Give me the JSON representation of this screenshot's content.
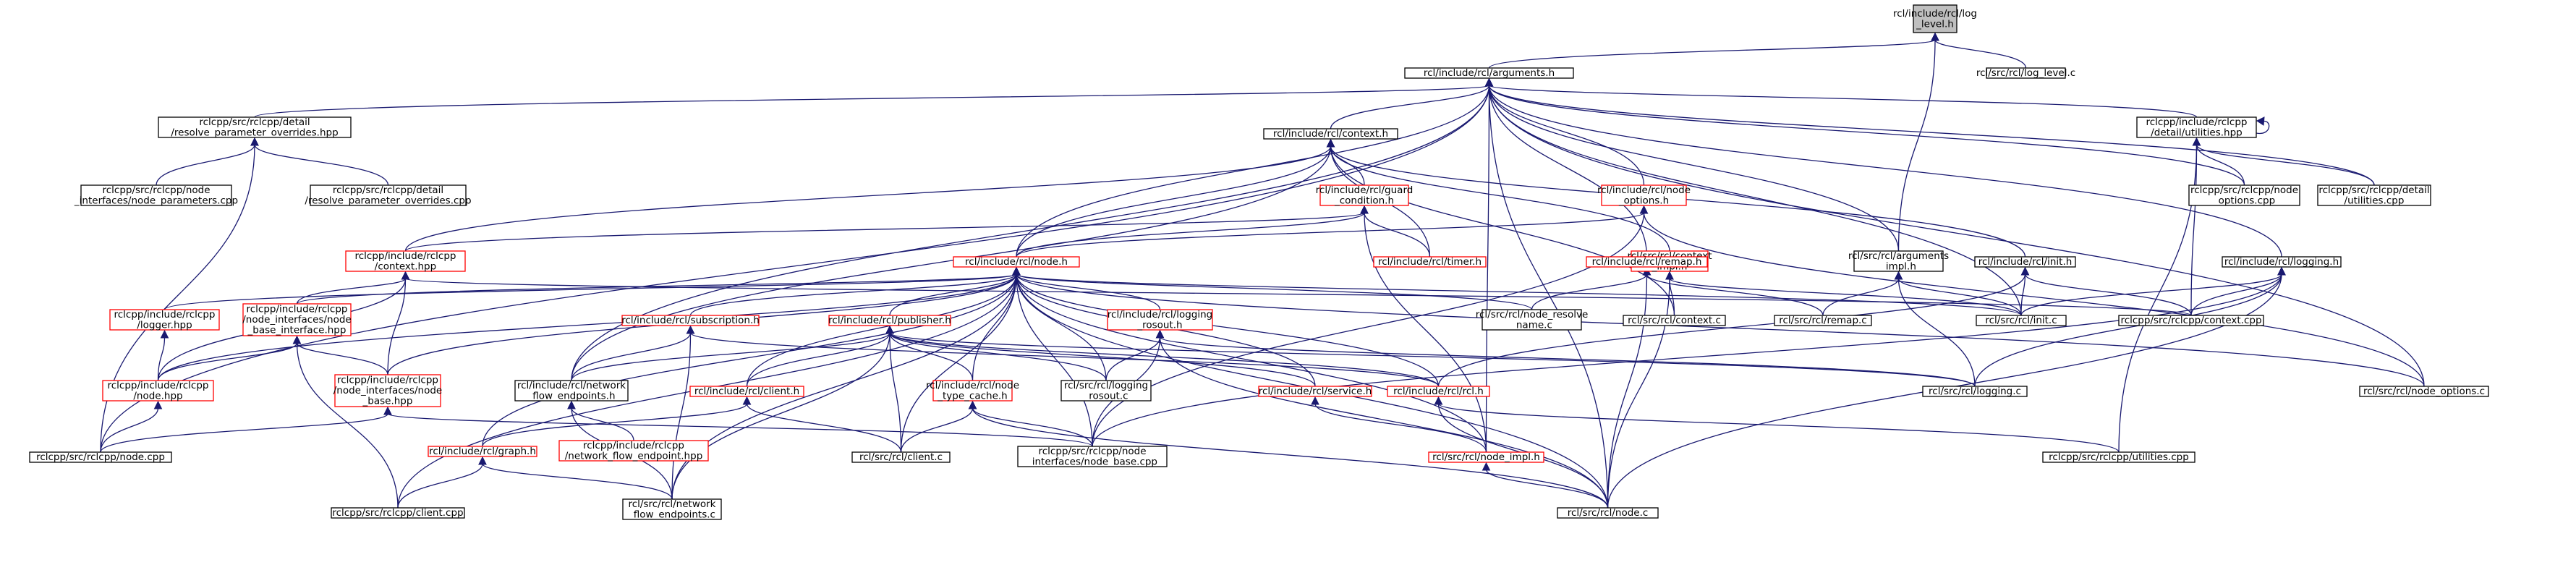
{
  "colors": {
    "edge": "#191970",
    "border_complete": "#000000",
    "border_truncated": "#ff0000",
    "root_fill": "#bfbfbf",
    "node_fill": "#ffffff"
  },
  "nodes": [
    {
      "id": "root",
      "lines": [
        "rcl/include/rcl/log",
        "_level.h"
      ],
      "kind": "root"
    },
    {
      "id": "args",
      "lines": [
        "rcl/include/rcl/arguments.h"
      ],
      "kind": "complete"
    },
    {
      "id": "loglevelc",
      "lines": [
        "rcl/src/rcl/log_level.c"
      ],
      "kind": "complete"
    },
    {
      "id": "resolveh",
      "lines": [
        "rclcpp/src/rclcpp/detail",
        "/resolve_parameter_overrides.hpp"
      ],
      "kind": "complete"
    },
    {
      "id": "context_h",
      "lines": [
        "rcl/include/rcl/context.h"
      ],
      "kind": "complete"
    },
    {
      "id": "utilhpp",
      "lines": [
        "rclcpp/include/rclcpp",
        "/detail/utilities.hpp"
      ],
      "kind": "complete"
    },
    {
      "id": "nodeparams",
      "lines": [
        "rclcpp/src/rclcpp/node",
        "_interfaces/node_parameters.cpp"
      ],
      "kind": "complete"
    },
    {
      "id": "resolvecpp",
      "lines": [
        "rclcpp/src/rclcpp/detail",
        "/resolve_parameter_overrides.cpp"
      ],
      "kind": "complete"
    },
    {
      "id": "guard",
      "lines": [
        "rcl/include/rcl/guard",
        "_condition.h"
      ],
      "kind": "truncated"
    },
    {
      "id": "nodeopt_h",
      "lines": [
        "rcl/include/rcl/node",
        "_options.h"
      ],
      "kind": "truncated"
    },
    {
      "id": "nodeoptcpp",
      "lines": [
        "rclcpp/src/rclcpp/node",
        "_options.cpp"
      ],
      "kind": "complete"
    },
    {
      "id": "detailutilcpp",
      "lines": [
        "rclcpp/src/rclcpp/detail",
        "/utilities.cpp"
      ],
      "kind": "complete"
    },
    {
      "id": "ctxhpp",
      "lines": [
        "rclcpp/include/rclcpp",
        "/context.hpp"
      ],
      "kind": "truncated"
    },
    {
      "id": "timer",
      "lines": [
        "rcl/include/rcl/timer.h"
      ],
      "kind": "truncated"
    },
    {
      "id": "ctximpl",
      "lines": [
        "rcl/src/rcl/context",
        "_impl.h"
      ],
      "kind": "truncated"
    },
    {
      "id": "remaph",
      "lines": [
        "rcl/include/rcl/remap.h"
      ],
      "kind": "truncated"
    },
    {
      "id": "argsimpl",
      "lines": [
        "rcl/src/rcl/arguments",
        "_impl.h"
      ],
      "kind": "complete"
    },
    {
      "id": "inith",
      "lines": [
        "rcl/include/rcl/init.h"
      ],
      "kind": "complete"
    },
    {
      "id": "loggingh",
      "lines": [
        "rcl/include/rcl/logging.h"
      ],
      "kind": "complete"
    },
    {
      "id": "nodeh",
      "lines": [
        "rcl/include/rcl/node.h"
      ],
      "kind": "truncated"
    },
    {
      "id": "loggerhpp",
      "lines": [
        "rclcpp/include/rclcpp",
        "/logger.hpp"
      ],
      "kind": "truncated"
    },
    {
      "id": "nbi",
      "lines": [
        "rclcpp/include/rclcpp",
        "/node_interfaces/node",
        "_base_interface.hpp"
      ],
      "kind": "truncated"
    },
    {
      "id": "subh",
      "lines": [
        "rcl/include/rcl/subscription.h"
      ],
      "kind": "truncated"
    },
    {
      "id": "pubh",
      "lines": [
        "rcl/include/rcl/publisher.h"
      ],
      "kind": "truncated"
    },
    {
      "id": "loggingrosout_h",
      "lines": [
        "rcl/include/rcl/logging",
        "_rosout.h"
      ],
      "kind": "truncated"
    },
    {
      "id": "noderesolve",
      "lines": [
        "rcl/src/rcl/node_resolve",
        "_name.c"
      ],
      "kind": "complete"
    },
    {
      "id": "contextc",
      "lines": [
        "rcl/src/rcl/context.c"
      ],
      "kind": "complete"
    },
    {
      "id": "remapc",
      "lines": [
        "rcl/src/rcl/remap.c"
      ],
      "kind": "complete"
    },
    {
      "id": "initc",
      "lines": [
        "rcl/src/rcl/init.c"
      ],
      "kind": "complete"
    },
    {
      "id": "contextcpp",
      "lines": [
        "rclcpp/src/rclcpp/context.cpp"
      ],
      "kind": "complete"
    },
    {
      "id": "nodehpp",
      "lines": [
        "rclcpp/include/rclcpp",
        "/node.hpp"
      ],
      "kind": "truncated"
    },
    {
      "id": "nodebasehpp",
      "lines": [
        "rclcpp/include/rclcpp",
        "/node_interfaces/node",
        "_base.hpp"
      ],
      "kind": "truncated"
    },
    {
      "id": "netflowh",
      "lines": [
        "rcl/include/rcl/network",
        "_flow_endpoints.h"
      ],
      "kind": "complete"
    },
    {
      "id": "clienth",
      "lines": [
        "rcl/include/rcl/client.h"
      ],
      "kind": "truncated"
    },
    {
      "id": "typecacheh",
      "lines": [
        "rcl/include/rcl/node",
        "_type_cache.h"
      ],
      "kind": "truncated"
    },
    {
      "id": "loggingrosoutc",
      "lines": [
        "rcl/src/rcl/logging",
        "_rosout.c"
      ],
      "kind": "complete"
    },
    {
      "id": "serviceh",
      "lines": [
        "rcl/include/rcl/service.h"
      ],
      "kind": "truncated"
    },
    {
      "id": "rclh",
      "lines": [
        "rcl/include/rcl/rcl.h"
      ],
      "kind": "truncated"
    },
    {
      "id": "loggingc",
      "lines": [
        "rcl/src/rcl/logging.c"
      ],
      "kind": "complete"
    },
    {
      "id": "nodeoptc",
      "lines": [
        "rcl/src/rcl/node_options.c"
      ],
      "kind": "complete"
    },
    {
      "id": "nodecpp",
      "lines": [
        "rclcpp/src/rclcpp/node.cpp"
      ],
      "kind": "complete"
    },
    {
      "id": "graphh",
      "lines": [
        "rcl/include/rcl/graph.h"
      ],
      "kind": "truncated"
    },
    {
      "id": "netflowhpp",
      "lines": [
        "rclcpp/include/rclcpp",
        "/network_flow_endpoint.hpp"
      ],
      "kind": "truncated"
    },
    {
      "id": "clientc",
      "lines": [
        "rcl/src/rcl/client.c"
      ],
      "kind": "complete"
    },
    {
      "id": "nodebasecpp",
      "lines": [
        "rclcpp/src/rclcpp/node",
        "_interfaces/node_base.cpp"
      ],
      "kind": "complete"
    },
    {
      "id": "nodeimplh",
      "lines": [
        "rcl/src/rcl/node_impl.h"
      ],
      "kind": "truncated"
    },
    {
      "id": "utilitiescpp",
      "lines": [
        "rclcpp/src/rclcpp/utilities.cpp"
      ],
      "kind": "complete"
    },
    {
      "id": "clientcpp",
      "lines": [
        "rclcpp/src/rclcpp/client.cpp"
      ],
      "kind": "complete"
    },
    {
      "id": "netflowc",
      "lines": [
        "rcl/src/rcl/network",
        "_flow_endpoints.c"
      ],
      "kind": "complete"
    },
    {
      "id": "nodec",
      "lines": [
        "rcl/src/rcl/node.c"
      ],
      "kind": "complete"
    }
  ],
  "edges": [
    [
      "root",
      "args"
    ],
    [
      "root",
      "loglevelc"
    ],
    [
      "root",
      "argsimpl"
    ],
    [
      "args",
      "resolveh"
    ],
    [
      "args",
      "context_h"
    ],
    [
      "args",
      "utilhpp"
    ],
    [
      "args",
      "nodeopt_h"
    ],
    [
      "args",
      "nodeoptcpp"
    ],
    [
      "args",
      "detailutilcpp"
    ],
    [
      "args",
      "remaph"
    ],
    [
      "args",
      "argsimpl"
    ],
    [
      "args",
      "loggingh"
    ],
    [
      "args",
      "nodeh"
    ],
    [
      "args",
      "initc"
    ],
    [
      "args",
      "nodeoptc"
    ],
    [
      "args",
      "nodecpp"
    ],
    [
      "args",
      "netflowh"
    ],
    [
      "args",
      "nodec"
    ],
    [
      "args",
      "nodeimplh"
    ],
    [
      "resolveh",
      "nodeparams"
    ],
    [
      "resolveh",
      "resolvecpp"
    ],
    [
      "resolveh",
      "nodecpp"
    ],
    [
      "context_h",
      "guard"
    ],
    [
      "context_h",
      "ctxhpp"
    ],
    [
      "context_h",
      "timer"
    ],
    [
      "context_h",
      "ctximpl"
    ],
    [
      "context_h",
      "inith"
    ],
    [
      "context_h",
      "nodeh"
    ],
    [
      "context_h",
      "contextc"
    ],
    [
      "context_h",
      "netflowh"
    ],
    [
      "utilhpp",
      "utilhpp"
    ],
    [
      "utilhpp",
      "nodeoptcpp"
    ],
    [
      "utilhpp",
      "detailutilcpp"
    ],
    [
      "utilhpp",
      "contextcpp"
    ],
    [
      "utilhpp",
      "utilitiescpp"
    ],
    [
      "guard",
      "ctxhpp"
    ],
    [
      "guard",
      "timer"
    ],
    [
      "guard",
      "nodeh"
    ],
    [
      "guard",
      "nodeimplh"
    ],
    [
      "nodeopt_h",
      "nodeh"
    ],
    [
      "nodeopt_h",
      "nodeoptc"
    ],
    [
      "nodeopt_h",
      "nodebasecpp"
    ],
    [
      "ctxhpp",
      "nbi"
    ],
    [
      "ctxhpp",
      "nodehpp"
    ],
    [
      "ctxhpp",
      "contextcpp"
    ],
    [
      "ctxhpp",
      "nodebasehpp"
    ],
    [
      "ctximpl",
      "contextc"
    ],
    [
      "ctximpl",
      "initc"
    ],
    [
      "ctximpl",
      "nodec"
    ],
    [
      "remaph",
      "noderesolve"
    ],
    [
      "remaph",
      "remapc"
    ],
    [
      "remaph",
      "nodec"
    ],
    [
      "argsimpl",
      "remapc"
    ],
    [
      "argsimpl",
      "initc"
    ],
    [
      "argsimpl",
      "loggingc"
    ],
    [
      "inith",
      "initc"
    ],
    [
      "inith",
      "contextcpp"
    ],
    [
      "inith",
      "rclh"
    ],
    [
      "loggingh",
      "initc"
    ],
    [
      "loggingh",
      "contextcpp"
    ],
    [
      "loggingh",
      "loggingc"
    ],
    [
      "loggingh",
      "nodec"
    ],
    [
      "loggingh",
      "nodebasecpp"
    ],
    [
      "nodeh",
      "loggerhpp"
    ],
    [
      "nodeh",
      "nbi"
    ],
    [
      "nodeh",
      "subh"
    ],
    [
      "nodeh",
      "pubh"
    ],
    [
      "nodeh",
      "loggingrosout_h"
    ],
    [
      "nodeh",
      "noderesolve"
    ],
    [
      "nodeh",
      "initc"
    ],
    [
      "nodeh",
      "nodehpp"
    ],
    [
      "nodeh",
      "nodebasehpp"
    ],
    [
      "nodeh",
      "clienth"
    ],
    [
      "nodeh",
      "typecacheh"
    ],
    [
      "nodeh",
      "loggingrosoutc"
    ],
    [
      "nodeh",
      "serviceh"
    ],
    [
      "nodeh",
      "rclh"
    ],
    [
      "nodeh",
      "nodeoptc"
    ],
    [
      "nodeh",
      "graphh"
    ],
    [
      "nodeh",
      "clientc"
    ],
    [
      "nodeh",
      "nodebasecpp"
    ],
    [
      "nodeh",
      "nodeimplh"
    ],
    [
      "nodeh",
      "clientcpp"
    ],
    [
      "nodeh",
      "netflowc"
    ],
    [
      "nodeh",
      "nodec"
    ],
    [
      "loggerhpp",
      "nodehpp"
    ],
    [
      "nbi",
      "nodehpp"
    ],
    [
      "nbi",
      "nodebasehpp"
    ],
    [
      "nbi",
      "clientcpp"
    ],
    [
      "subh",
      "netflowh"
    ],
    [
      "subh",
      "rclh"
    ],
    [
      "subh",
      "netflowc"
    ],
    [
      "pubh",
      "netflowh"
    ],
    [
      "pubh",
      "clienth"
    ],
    [
      "pubh",
      "serviceh"
    ],
    [
      "pubh",
      "rclh"
    ],
    [
      "pubh",
      "typecacheh"
    ],
    [
      "pubh",
      "loggingrosoutc"
    ],
    [
      "pubh",
      "clientc"
    ],
    [
      "pubh",
      "netflowc"
    ],
    [
      "pubh",
      "loggingc"
    ],
    [
      "loggingrosout_h",
      "loggingrosoutc"
    ],
    [
      "loggingrosout_h",
      "loggingc"
    ],
    [
      "loggingrosout_h",
      "nodebasecpp"
    ],
    [
      "loggingrosout_h",
      "nodec"
    ],
    [
      "nodehpp",
      "nodecpp"
    ],
    [
      "nodebasehpp",
      "nodecpp"
    ],
    [
      "nodebasehpp",
      "nodebasecpp"
    ],
    [
      "netflowh",
      "netflowhpp"
    ],
    [
      "netflowh",
      "netflowc"
    ],
    [
      "clienth",
      "graphh"
    ],
    [
      "clienth",
      "clientc"
    ],
    [
      "typecacheh",
      "clientc"
    ],
    [
      "typecacheh",
      "nodebasecpp"
    ],
    [
      "typecacheh",
      "nodec"
    ],
    [
      "serviceh",
      "nodeimplh"
    ],
    [
      "rclh",
      "nodec"
    ],
    [
      "rclh",
      "utilitiescpp"
    ],
    [
      "graphh",
      "clientcpp"
    ],
    [
      "graphh",
      "netflowc"
    ],
    [
      "nodeimplh",
      "nodec"
    ]
  ]
}
